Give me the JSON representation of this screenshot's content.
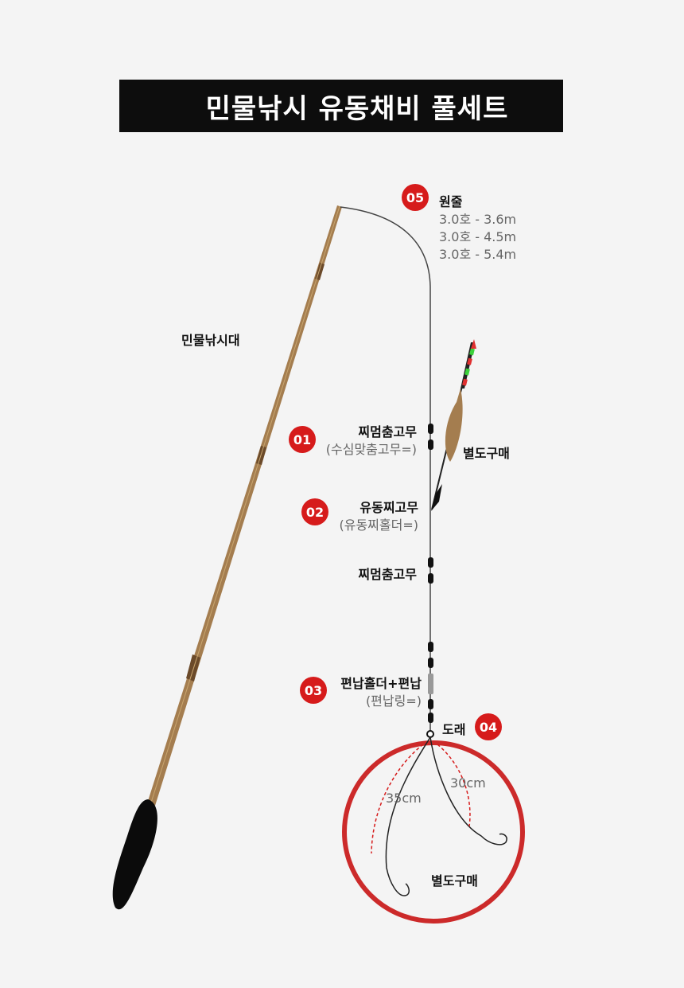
{
  "title": "민물낚시 유동채비 풀세트",
  "rod_label": "민물낚시대",
  "items": {
    "main_line": {
      "num": "05",
      "name": "원줄",
      "specs": [
        "3.0호 - 3.6m",
        "3.0호 - 4.5m",
        "3.0호 - 5.4m"
      ]
    },
    "stopper1": {
      "num": "01",
      "name": "찌멈춤고무",
      "alt": "(수심맞춤고무=)"
    },
    "float_label": "별도구매",
    "float_holder": {
      "num": "02",
      "name": "유동찌고무",
      "alt": "(유동찌홀더=)"
    },
    "stopper2": {
      "name": "찌멈춤고무"
    },
    "sinker": {
      "num": "03",
      "name": "편납홀더+편납",
      "alt": "(편납링=)"
    },
    "swivel": {
      "num": "04",
      "name": "도래"
    },
    "hook_lengths": [
      "35cm",
      "30cm"
    ],
    "hooks_label": "별도구매"
  },
  "colors": {
    "accent": "#d61b1b",
    "rod": "#a47d4f",
    "banner": "#0d0d0d"
  }
}
